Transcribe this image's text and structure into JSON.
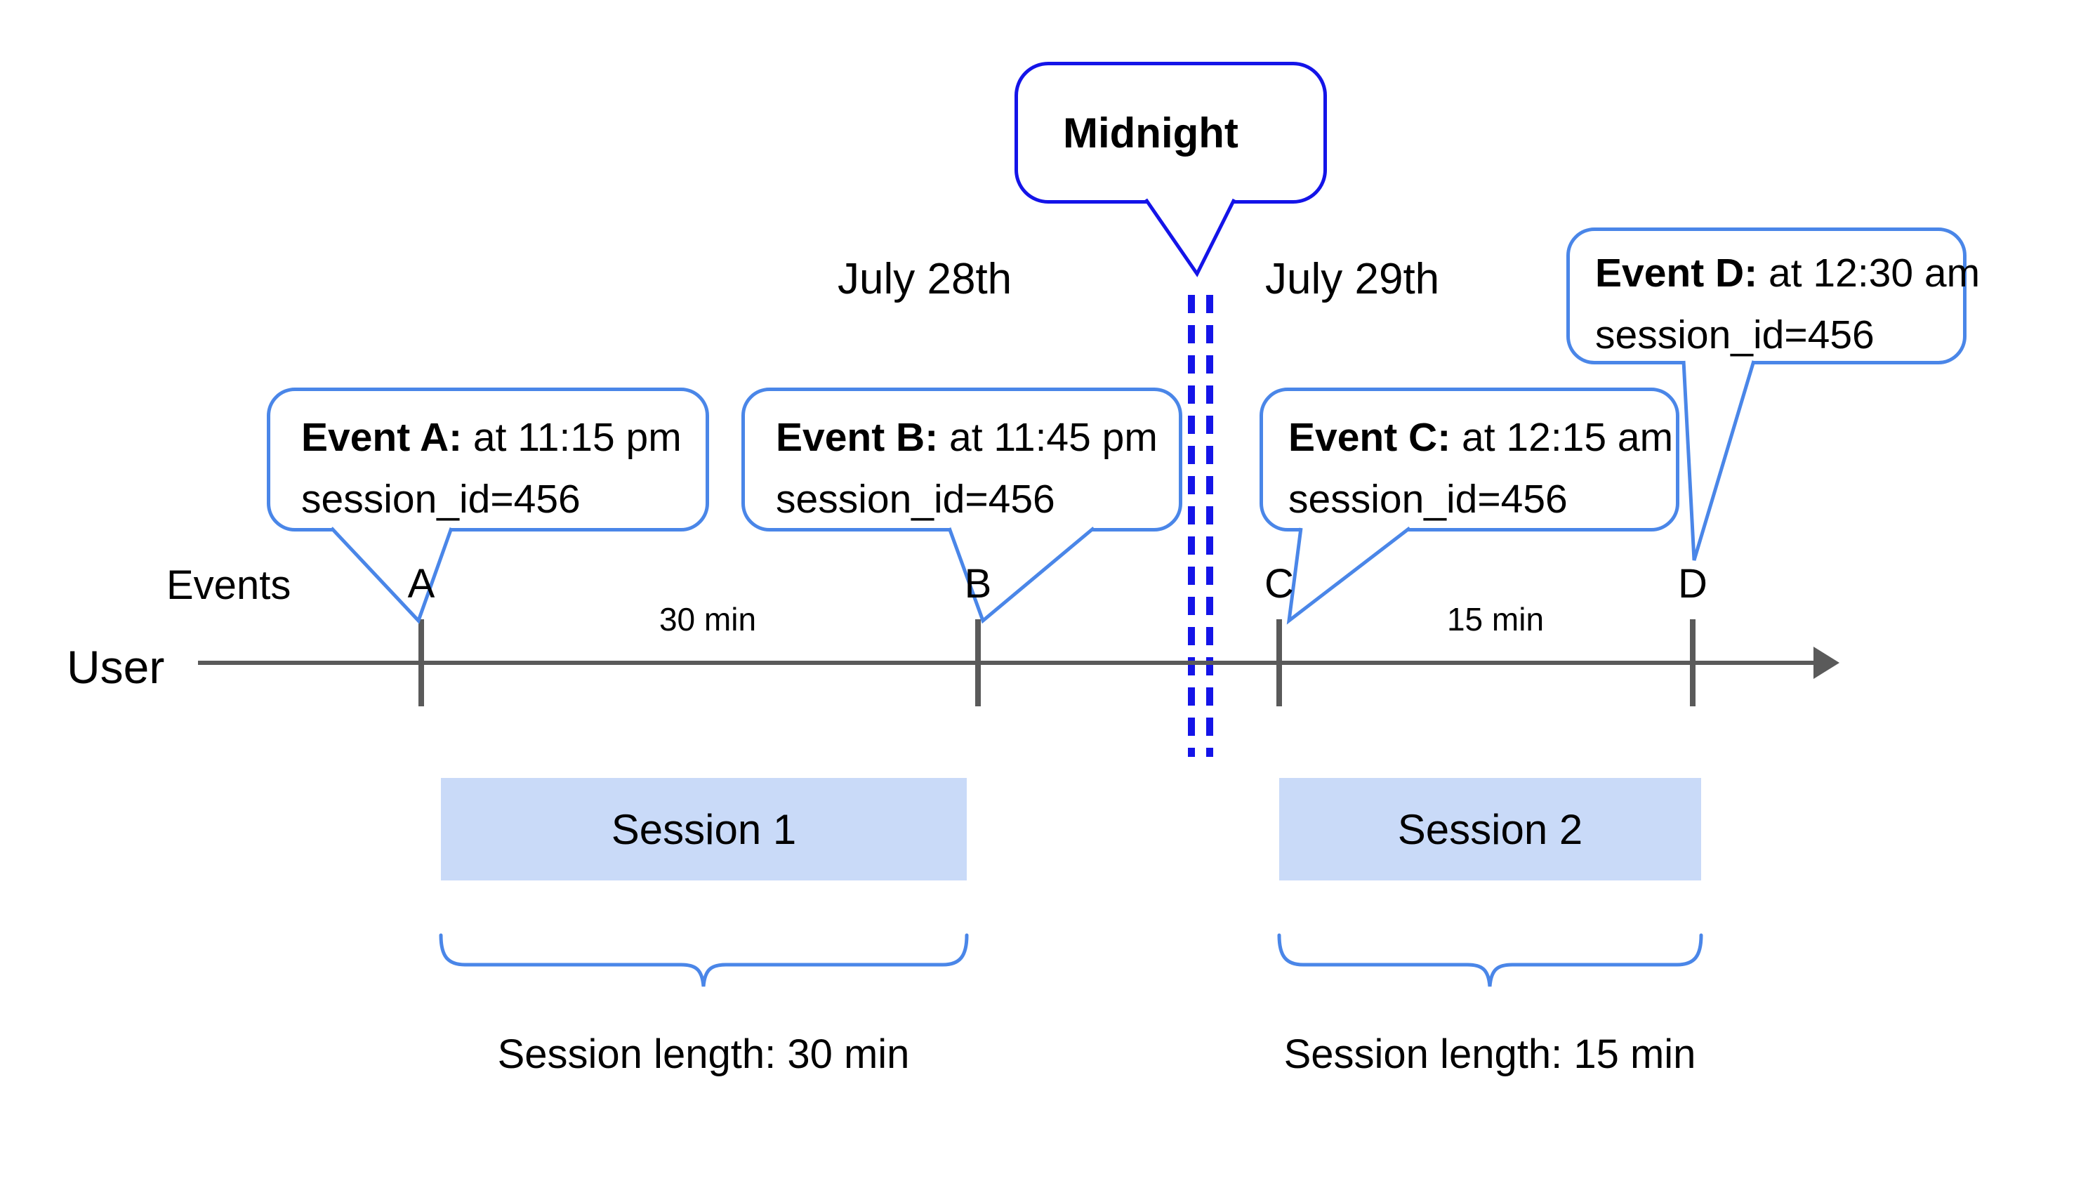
{
  "dates": {
    "left": "July 28th",
    "right": "July 29th"
  },
  "midnight": {
    "label": "Midnight"
  },
  "timeline": {
    "events_label": "Events",
    "user_label": "User",
    "interval_1": "30 min",
    "interval_2": "15 min"
  },
  "events": [
    {
      "label": "A",
      "bold": "Event A:",
      "rest": " at 11:15 pm",
      "line2": "session_id=456"
    },
    {
      "label": "B",
      "bold": "Event B:",
      "rest": " at 11:45 pm",
      "line2": "session_id=456"
    },
    {
      "label": "C",
      "bold": "Event C:",
      "rest": " at 12:15 am",
      "line2": "session_id=456"
    },
    {
      "label": "D",
      "bold": "Event D:",
      "rest": " at 12:30 am",
      "line2": "session_id=456"
    }
  ],
  "sessions": [
    {
      "name": "Session 1",
      "length_label": "Session length: 30 min"
    },
    {
      "name": "Session 2",
      "length_label": "Session length: 15 min"
    }
  ],
  "colors": {
    "accent-blue": "#4a86e8",
    "deep-blue": "#1414e8",
    "session-fill": "#c9daf8",
    "line-gray": "#5a5a5a",
    "text-color": "#000000",
    "bg": "#ffffff"
  }
}
